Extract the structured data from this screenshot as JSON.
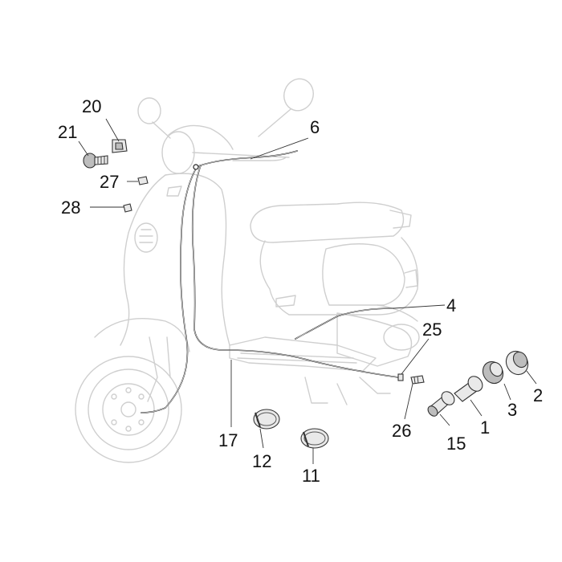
{
  "callouts": {
    "c1": "1",
    "c2": "2",
    "c3": "3",
    "c4": "4",
    "c6": "6",
    "c11": "11",
    "c12": "12",
    "c15": "15",
    "c17": "17",
    "c20": "20",
    "c21": "21",
    "c25": "25",
    "c26": "26",
    "c27": "27",
    "c28": "28"
  }
}
